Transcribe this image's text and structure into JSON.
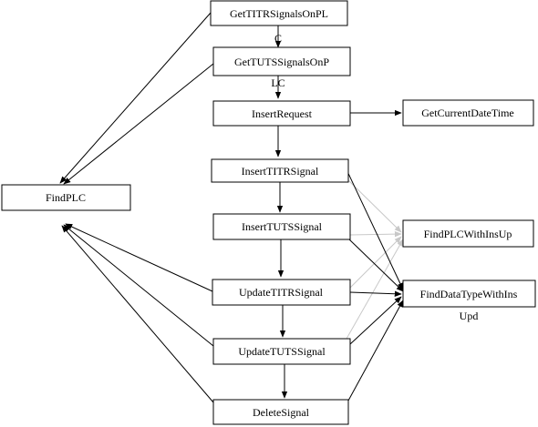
{
  "nodes": {
    "get_titr": {
      "label": "GetTITRSignalsOnPL",
      "overflow": "C"
    },
    "get_tuts": {
      "label": "GetTUTSSignalsOnP",
      "overflow": "LC"
    },
    "insert_request": {
      "label": "InsertRequest"
    },
    "get_current_date_time": {
      "label": "GetCurrentDateTime"
    },
    "insert_titr": {
      "label": "InsertTITRSignal"
    },
    "insert_tuts": {
      "label": "InsertTUTSSignal"
    },
    "update_titr": {
      "label": "UpdateTITRSignal"
    },
    "update_tuts": {
      "label": "UpdateTUTSSignal"
    },
    "delete_signal": {
      "label": "DeleteSignal"
    },
    "find_plc": {
      "label": "FindPLC"
    },
    "find_plc_with_ins_up": {
      "label": "FindPLCWithInsUp"
    },
    "find_data_type_with_ins": {
      "label": "FindDataTypeWithIns",
      "overflow": "Upd"
    }
  },
  "colors": {
    "dark_edge": "#000000",
    "light_edge": "#c8c8c8"
  }
}
